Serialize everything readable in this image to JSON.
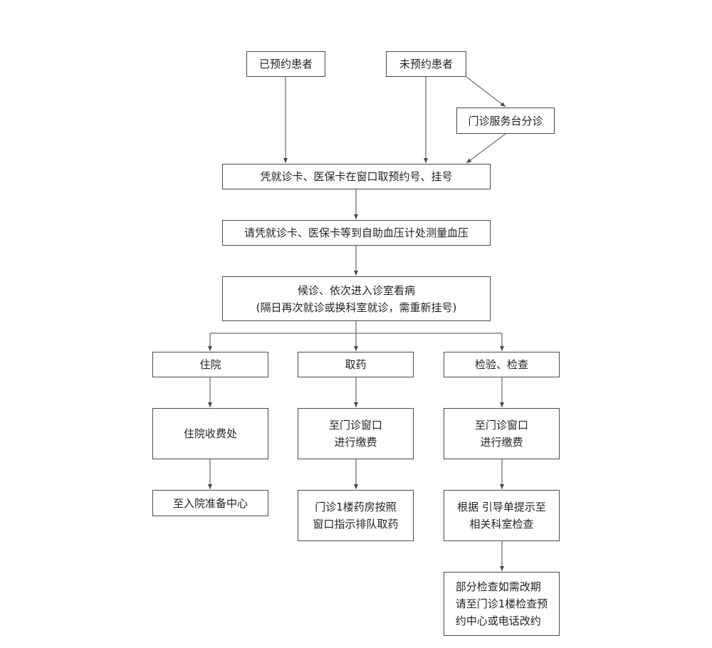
{
  "colors": {
    "line": "#4a4a4a",
    "text": "#231f20",
    "background": "#ffffff"
  },
  "nodes": {
    "booked": {
      "lines": [
        "已预约患者"
      ]
    },
    "unbooked": {
      "lines": [
        "未预约患者"
      ]
    },
    "triage": {
      "lines": [
        "门诊服务台分诊"
      ]
    },
    "register": {
      "lines": [
        "凭就诊卡、医保卡在窗口取预约号、挂号"
      ]
    },
    "blood_pressure": {
      "lines": [
        "请凭就诊卡、医保卡等到自助血压计处测量血压"
      ]
    },
    "wait": {
      "lines": [
        "候诊、依次进入诊室看病",
        "(隔日再次就诊或换科室就诊，需重新挂号)"
      ]
    },
    "hospitalization": {
      "lines": [
        "住院"
      ]
    },
    "pharmacy": {
      "lines": [
        "取药"
      ]
    },
    "tests": {
      "lines": [
        "检验、检查"
      ]
    },
    "inpatient_billing": {
      "lines": [
        "住院收费处"
      ]
    },
    "pharmacy_payment": {
      "lines": [
        "至门诊窗口",
        "进行缴费"
      ]
    },
    "tests_payment": {
      "lines": [
        "至门诊窗口",
        "进行缴费"
      ]
    },
    "admission_center": {
      "lines": [
        "至入院准备中心"
      ]
    },
    "pharmacy_pickup": {
      "lines": [
        "门诊1楼药房按照",
        "窗口指示排队取药"
      ]
    },
    "test_room": {
      "lines": [
        "根据 引导单提示至",
        "相关科室检查"
      ]
    },
    "reschedule": {
      "lines": [
        "部分检查如需改期",
        "请至门诊1楼检查预",
        "约中心或电话改约"
      ]
    }
  }
}
